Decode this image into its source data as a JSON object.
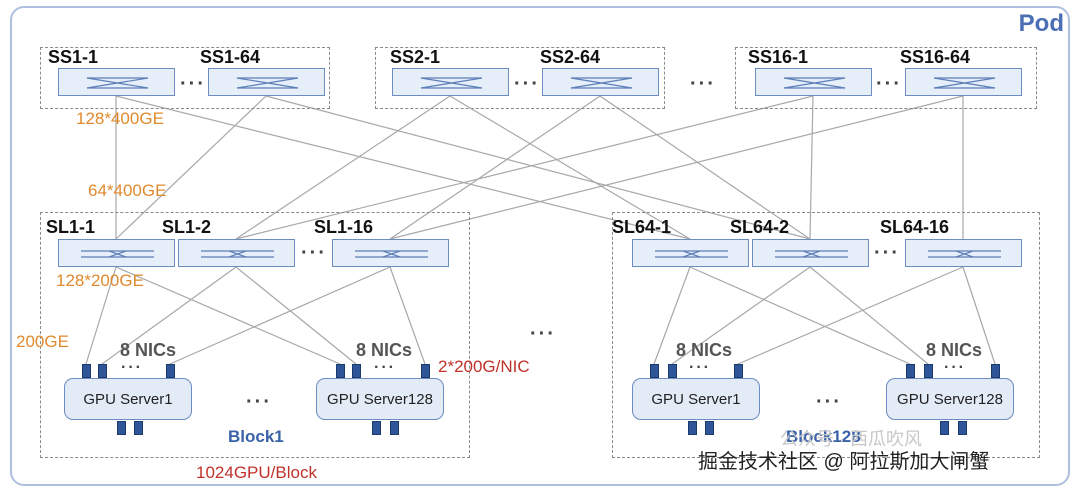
{
  "pod_label": "Pod",
  "spine_groups": [
    {
      "first": "SS1-1",
      "last": "SS1-64"
    },
    {
      "first": "SS2-1",
      "last": "SS2-64"
    },
    {
      "first": "SS16-1",
      "last": "SS16-64"
    }
  ],
  "ellipsis": "···",
  "leaf_groups": [
    {
      "labels": [
        "SL1-1",
        "SL1-2",
        "SL1-16"
      ]
    },
    {
      "labels": [
        "SL64-1",
        "SL64-2",
        "SL64-16"
      ]
    }
  ],
  "annotations": {
    "spine_ports": "128*400GE",
    "spine_leaf_link": "64*400GE",
    "leaf_ports": "128*200GE",
    "server_link": "200GE",
    "nic_speed": "2*200G/NIC",
    "block_capacity": "1024GPU/Block"
  },
  "nics_label": "8 NICs",
  "servers": {
    "first": "GPU Server1",
    "last": "GPU Server128"
  },
  "blocks": [
    "Block1",
    "Block128"
  ],
  "watermark": "掘金技术社区 @ 阿拉斯加大闸蟹",
  "watermark_faint": "公众号 · 西瓜吹风",
  "colors": {
    "orange": "#e08a2e",
    "red": "#c0322a",
    "blue": "#3a62a8",
    "switch_fill": "#e6eef9",
    "port": "#2e5597"
  }
}
